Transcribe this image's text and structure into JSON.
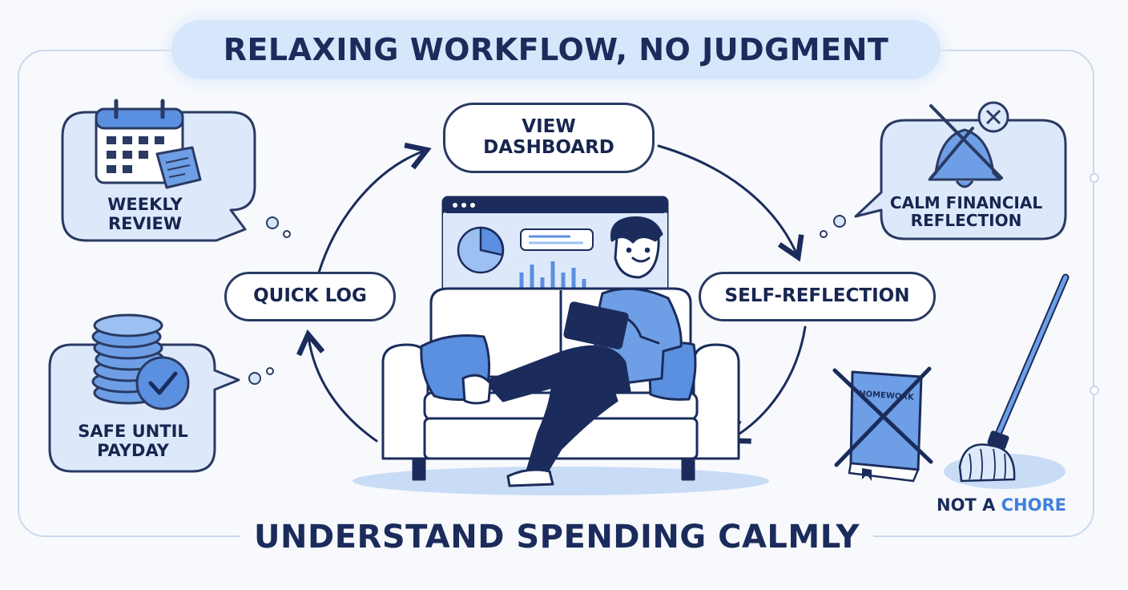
{
  "title": "RELAXING WORKFLOW, NO JUDGMENT",
  "footer": "UNDERSTAND SPENDING CALMLY",
  "cycle_steps": [
    "VIEW DASHBOARD",
    "SELF-REFLECTION",
    "QUICK LOG"
  ],
  "side_notes": {
    "weekly_review": "WEEKLY REVIEW",
    "calm_reflection": "CALM FINANCIAL REFLECTION",
    "safe_payday": "SAFE UNTIL PAYDAY"
  },
  "homework_book": "HOMEWORK",
  "chore": {
    "prefix": "NOT A ",
    "highlight": "CHORE"
  },
  "colors": {
    "navy": "#1b2c5c",
    "accent": "#5b8fe0",
    "light_blue": "#d6e6fb",
    "highlight": "#3f7fe0"
  },
  "icons": [
    "calendar-icon",
    "sticky-note-icon",
    "muted-bell-icon",
    "coin-stack-icon",
    "checkmark-icon",
    "crossed-homework-icon",
    "mop-icon",
    "pie-chart-icon",
    "bar-chart-icon"
  ]
}
